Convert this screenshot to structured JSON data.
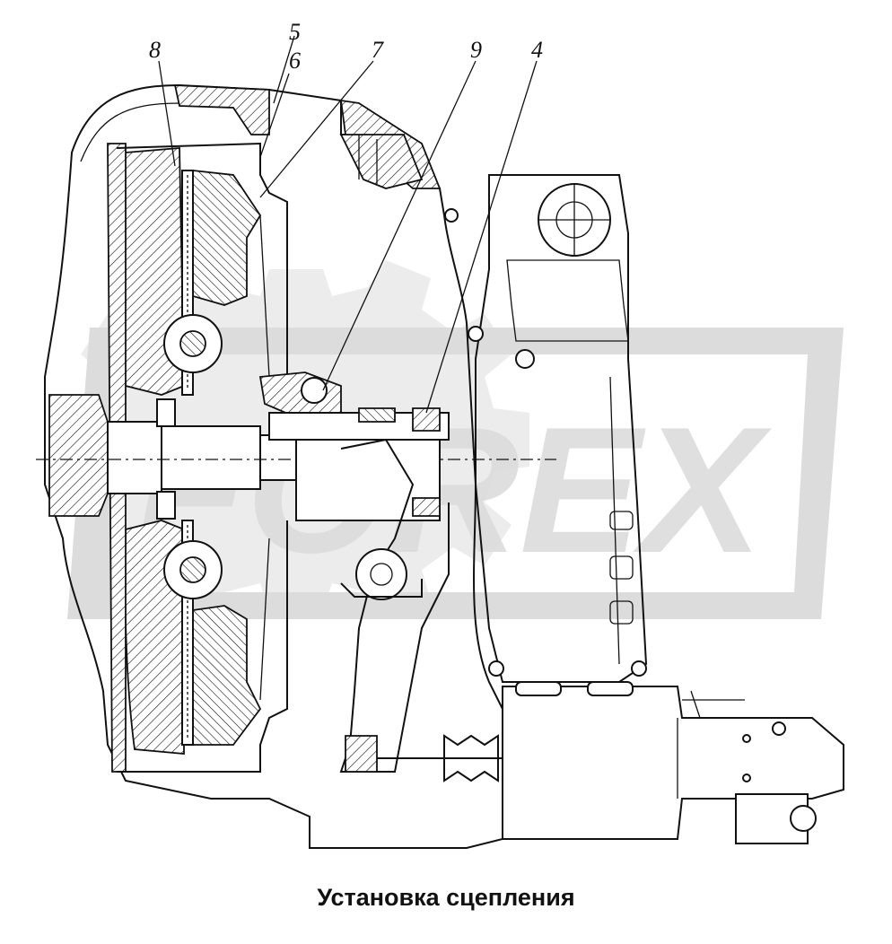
{
  "caption": "Установка сцепления",
  "watermark": {
    "text": "FOREX",
    "color": "#dcdcdc"
  },
  "callouts": [
    {
      "id": "8",
      "label": "8"
    },
    {
      "id": "5",
      "label": "5"
    },
    {
      "id": "6",
      "label": "6"
    },
    {
      "id": "7",
      "label": "7"
    },
    {
      "id": "9",
      "label": "9"
    },
    {
      "id": "4",
      "label": "4"
    }
  ],
  "colors": {
    "ink": "#111111",
    "background": "#ffffff",
    "watermark": "#dcdcdc"
  }
}
